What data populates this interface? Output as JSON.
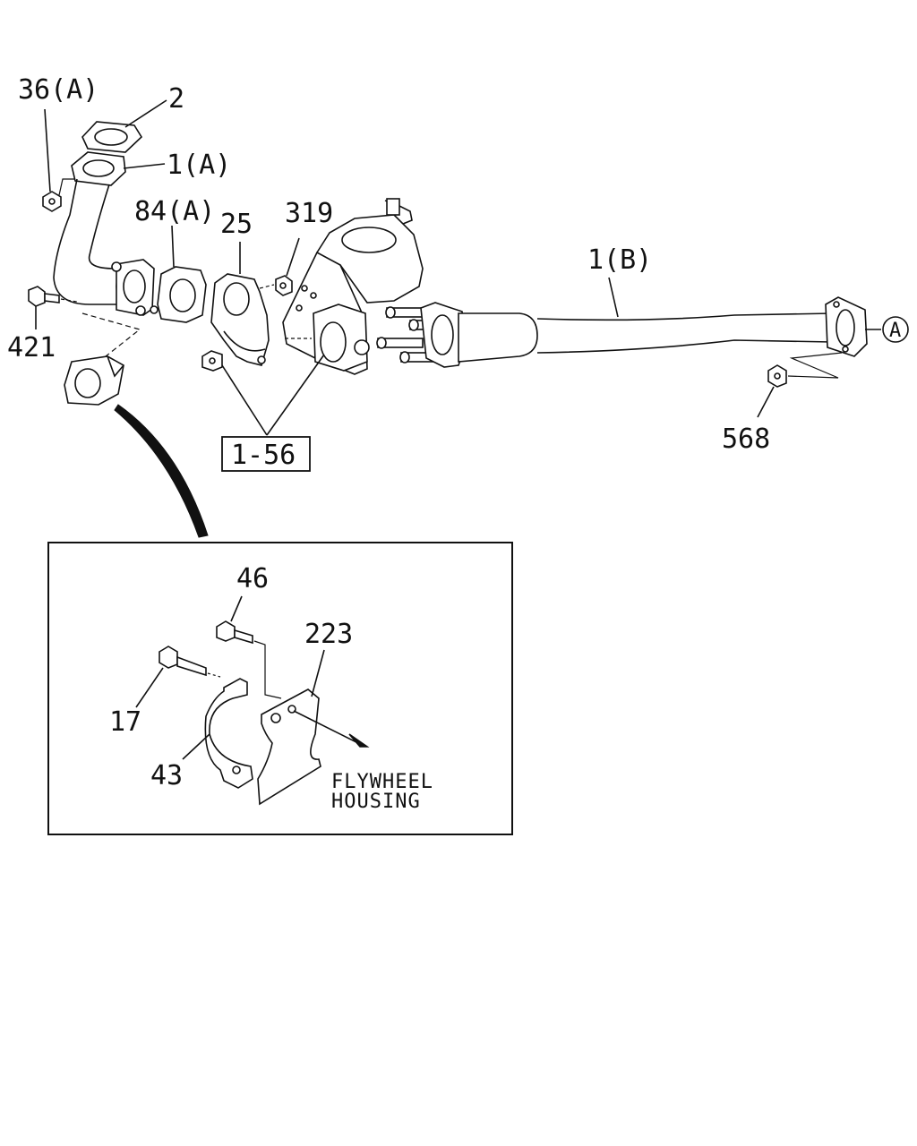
{
  "diagram": {
    "labels": {
      "p36a": "36(A)",
      "p2": "2",
      "p1a": "1(A)",
      "p84a": "84(A)",
      "p25": "25",
      "p319": "319",
      "p421": "421",
      "p1b": "1(B)",
      "pA": "A",
      "p568": "568",
      "ref156": "1-56",
      "p46": "46",
      "p223": "223",
      "p17": "17",
      "p43": "43",
      "flywheel_line1": "FLYWHEEL",
      "flywheel_line2": "HOUSING"
    }
  }
}
